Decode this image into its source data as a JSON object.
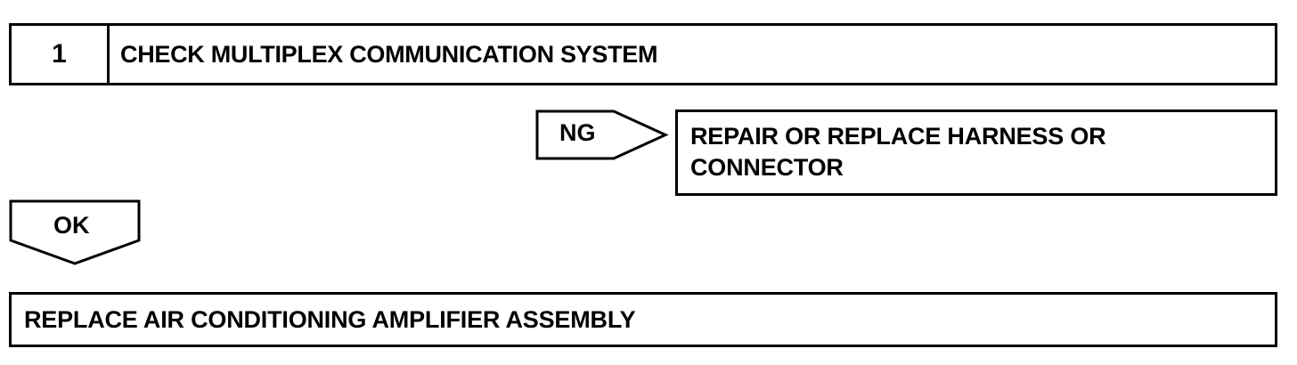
{
  "step": {
    "number": "1",
    "title": "CHECK MULTIPLEX COMMUNICATION SYSTEM"
  },
  "ng_branch": {
    "label": "NG",
    "result": "REPAIR OR REPLACE HARNESS OR CONNECTOR"
  },
  "ok_branch": {
    "label": "OK"
  },
  "final_step": {
    "text": "REPLACE AIR CONDITIONING AMPLIFIER ASSEMBLY"
  },
  "colors": {
    "line": "#000000",
    "background": "#ffffff"
  }
}
